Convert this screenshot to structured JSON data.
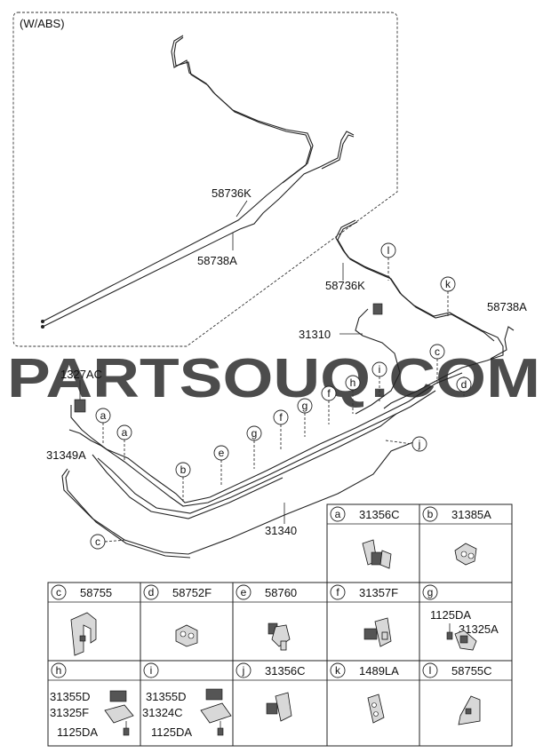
{
  "variant_label": "(W/ABS)",
  "watermark": "PARTSOUQ.COM",
  "part_labels": {
    "p58736K_top": "58736K",
    "p58738A_top": "58738A",
    "p58736K_mid": "58736K",
    "p58738A_right": "58738A",
    "p31310": "31310",
    "p1327AC": "1327AC",
    "p31349A": "31349A",
    "p31340": "31340"
  },
  "callouts": {
    "a1": "a",
    "a2": "a",
    "b": "b",
    "c_main": "c",
    "d": "d",
    "e": "e",
    "f1": "f",
    "f2": "f",
    "g1": "g",
    "g2": "g",
    "h": "h",
    "i": "i",
    "j": "j",
    "k": "k",
    "l": "l",
    "c_right": "c"
  },
  "legend": [
    {
      "letter": "a",
      "part": "31356C"
    },
    {
      "letter": "b",
      "part": "31385A"
    },
    {
      "letter": "c",
      "part": "58755"
    },
    {
      "letter": "d",
      "part": "58752F"
    },
    {
      "letter": "e",
      "part": "58760"
    },
    {
      "letter": "f",
      "part": "31357F"
    },
    {
      "letter": "g",
      "part": "",
      "subparts": [
        "1125DA",
        "31325A"
      ]
    },
    {
      "letter": "h",
      "part": "",
      "subparts": [
        "31355D",
        "31325F",
        "1125DA"
      ]
    },
    {
      "letter": "i",
      "part": "",
      "subparts": [
        "31355D",
        "31324C",
        "1125DA"
      ]
    },
    {
      "letter": "j",
      "part": "31356C"
    },
    {
      "letter": "k",
      "part": "1489LA"
    },
    {
      "letter": "l",
      "part": "58755C"
    }
  ]
}
